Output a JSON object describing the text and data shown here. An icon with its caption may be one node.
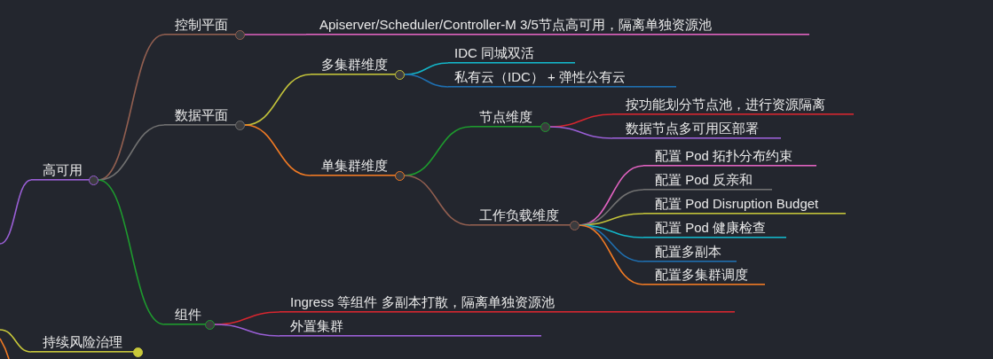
{
  "diagram": {
    "nodes": [
      {
        "text": [
          "高可用"
        ]
      },
      {
        "text": [
          "控制平面"
        ]
      },
      {
        "text": [
          "Apiserver/Scheduler/Controller-M 3/5节点高可用，隔离单独资源池"
        ]
      },
      {
        "text": [
          "数据平面"
        ]
      },
      {
        "text": [
          "多集群维度"
        ]
      },
      {
        "text": [
          "IDC 同城双活"
        ]
      },
      {
        "text": [
          "私有云（IDC） + 弹性公有云"
        ]
      },
      {
        "text": [
          "单集群维度"
        ]
      },
      {
        "text": [
          "节点维度"
        ]
      },
      {
        "text": [
          "按功能划分节点池，进行资源隔离"
        ]
      },
      {
        "text": [
          "数据节点多可用区部署"
        ]
      },
      {
        "text": [
          "工作负载维度"
        ]
      },
      {
        "text": [
          "配置 Pod 拓扑分布约束"
        ]
      },
      {
        "text": [
          "配置 Pod 反亲和"
        ]
      },
      {
        "text": [
          "配置 Pod Disruption Budget"
        ]
      },
      {
        "text": [
          "配置 Pod 健康检查"
        ]
      },
      {
        "text": [
          "配置多副本"
        ]
      },
      {
        "text": [
          "配置多集群调度"
        ]
      },
      {
        "text": [
          "组件"
        ]
      },
      {
        "text": [
          "Ingress 等组件 多副本打散，隔离单独资源池"
        ]
      },
      {
        "text": [
          "外置集群"
        ]
      },
      {
        "text": [
          "持续风险治理"
        ]
      }
    ],
    "edges": [
      {
        "from": null,
        "to": 0,
        "arrow": "none",
        "color": "#9a5fd6"
      },
      {
        "from": 0,
        "to": 1,
        "arrow": "none",
        "color": "#925f50"
      },
      {
        "from": 1,
        "to": 2,
        "arrow": "none",
        "color": "#e062c0"
      },
      {
        "from": 0,
        "to": 3,
        "arrow": "none",
        "color": "#707070"
      },
      {
        "from": 3,
        "to": 4,
        "arrow": "none",
        "color": "#c2c23a"
      },
      {
        "from": 4,
        "to": 5,
        "arrow": "none",
        "color": "#13b5c8"
      },
      {
        "from": 4,
        "to": 6,
        "arrow": "none",
        "color": "#1f6fb0"
      },
      {
        "from": 3,
        "to": 7,
        "arrow": "none",
        "color": "#f07a24"
      },
      {
        "from": 7,
        "to": 8,
        "arrow": "none",
        "color": "#1e9a2e"
      },
      {
        "from": 8,
        "to": 9,
        "arrow": "none",
        "color": "#d6262f"
      },
      {
        "from": 8,
        "to": 10,
        "arrow": "none",
        "color": "#9a5fd6"
      },
      {
        "from": 7,
        "to": 11,
        "arrow": "none",
        "color": "#925f50"
      },
      {
        "from": 11,
        "to": 12,
        "arrow": "none",
        "color": "#e062c0"
      },
      {
        "from": 11,
        "to": 13,
        "arrow": "none",
        "color": "#707070"
      },
      {
        "from": 11,
        "to": 14,
        "arrow": "none",
        "color": "#c2c23a"
      },
      {
        "from": 11,
        "to": 15,
        "arrow": "none",
        "color": "#13b5c8"
      },
      {
        "from": 11,
        "to": 16,
        "arrow": "none",
        "color": "#1f6fb0"
      },
      {
        "from": 11,
        "to": 17,
        "arrow": "none",
        "color": "#f07a24"
      },
      {
        "from": 0,
        "to": 18,
        "arrow": "none",
        "color": "#1e9a2e"
      },
      {
        "from": 18,
        "to": 19,
        "arrow": "none",
        "color": "#d6262f"
      },
      {
        "from": 18,
        "to": 20,
        "arrow": "none",
        "color": "#9a5fd6"
      },
      {
        "from": null,
        "to": 21,
        "arrow": "none",
        "color": "#c8c83a"
      }
    ]
  }
}
